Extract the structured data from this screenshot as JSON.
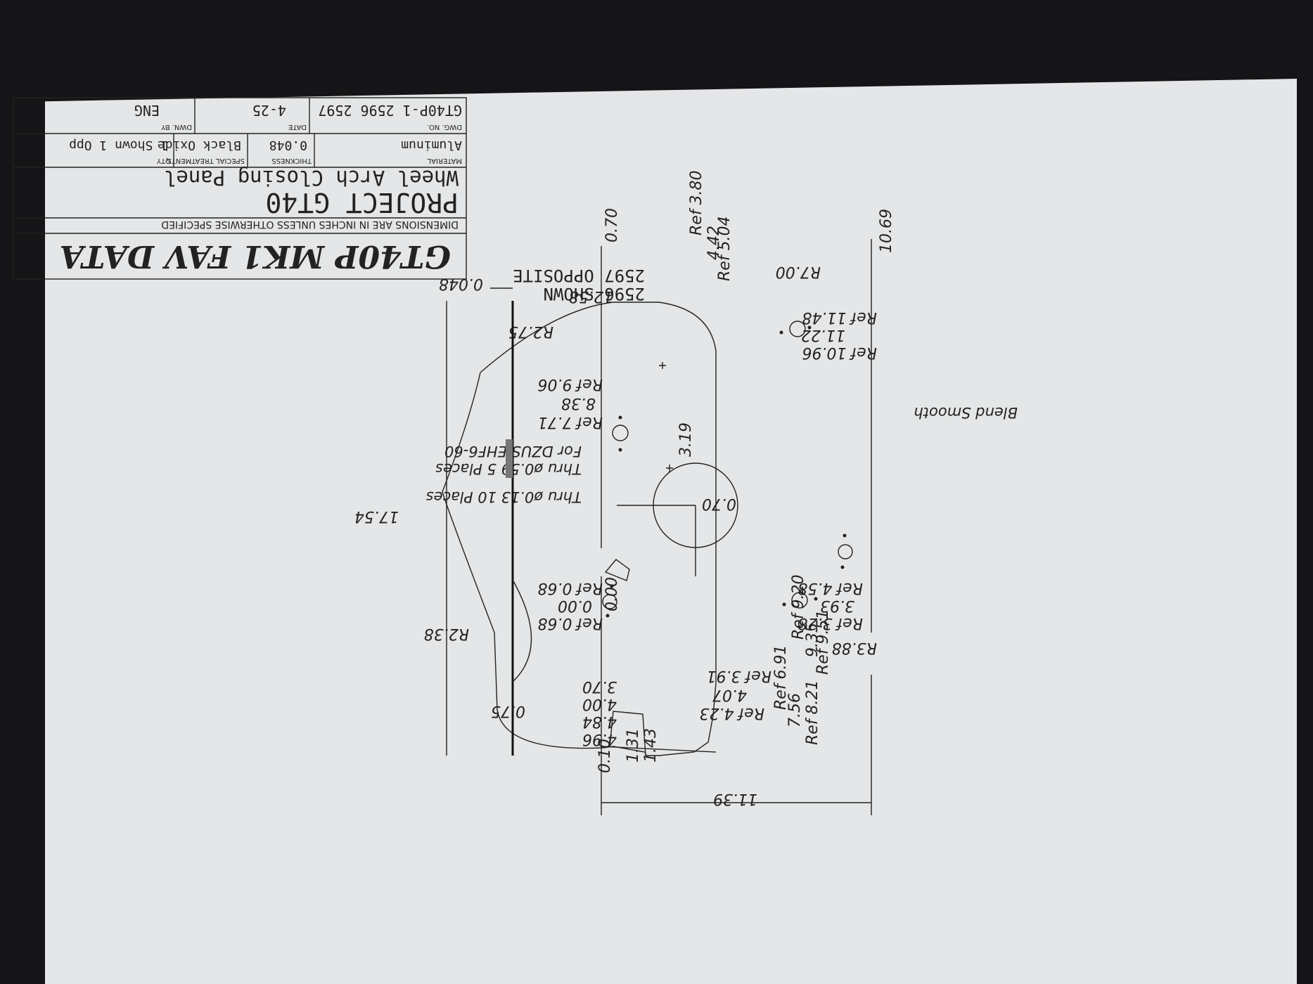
{
  "title_block": {
    "drawing_title": "GT40P MK1 FAV DATA",
    "units_note": "DIMENSIONS ARE IN INCHES UNLESS OTHERWISE SPECIFIED",
    "project": "PROJECT GT40",
    "part_name": "Wheel Arch Closing Panel",
    "headers": {
      "material": "MATERIAL",
      "thickness": "THICKNESS",
      "special_treatments": "SPECIAL TREATMENTS",
      "qty": "QTY",
      "dwg_no": "DWG. NO.",
      "date": "DATE",
      "dwn_by": "DWN. BY"
    },
    "values": {
      "material": "Aluminum",
      "thickness": "0.048",
      "special_treatments": "Black Oxide",
      "qty": "1 Shown 1 Opp",
      "dwg_no": "GT40P-1 2596 2597",
      "date": "4-25",
      "dwn_by": "ENG"
    }
  },
  "notes": {
    "shown": "2596 SHOWN",
    "opposite": "2597 OPPOSITE",
    "blend": "Blend Smooth",
    "thru_large": "Thru ø0.59 5 Places",
    "dzus": "For DZUS EHF6-60",
    "thru_small": "Thru ø0.13 10 Places"
  },
  "dimensions": {
    "overall_width": "11.39",
    "overall_height": "10.69",
    "top_edge": "12.58",
    "left_ref": "0.70",
    "thickness": "0.048",
    "side_length": "17.54",
    "bulge_radius": "R2.38",
    "bulge_offset": "0.75",
    "r7": "R7.00",
    "r275": "R2.75",
    "r388": "R3.88",
    "ref_1148": "Ref 11.48",
    "d_1122": "11.22",
    "ref_1096": "Ref 10.96",
    "ref_504": "Ref 5.04",
    "d_442": "4.42",
    "ref_380": "Ref 3.80",
    "ref_906": "Ref 9.06",
    "d_838": "8.38",
    "ref_771": "Ref 7.71",
    "ref_458": "Ref 4.58",
    "d_393": "3.93",
    "ref_328": "Ref 3.28",
    "ref_951": "Ref 9.51",
    "d_935": "9.35",
    "ref_920": "Ref 9.20",
    "circle_y": "3.19",
    "circle_x": "0.70",
    "zero_x": "0.00",
    "ref_068_top": "Ref 0.68",
    "zero_y": "0.00",
    "ref_068_bot": "Ref 0.68",
    "ref_391": "Ref 3.91",
    "d_407": "4.07",
    "ref_423": "Ref 4.23",
    "ref_821": "Ref 8.21",
    "d_756": "7.56",
    "ref_691": "Ref 6.91",
    "d_370": "3.70",
    "d_400": "4.00",
    "d_484": "4.84",
    "d_496": "4.96",
    "d_010": "0.10",
    "d_131": "1.31",
    "d_143": "1.43"
  }
}
